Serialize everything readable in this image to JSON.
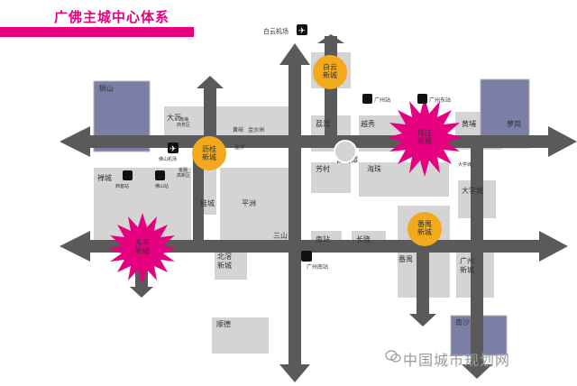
{
  "title": "广佛主城中心体系",
  "colors": {
    "accent": "#e6007e",
    "road": "#5a5a5a",
    "district": "#d4d4d4",
    "major_center": "#7b7fa8",
    "core_center": "#e4007f",
    "new_town": "#f2a91c"
  },
  "districts": {
    "shishan": "狮山",
    "dali": "大沥",
    "huangqi": "黄岐",
    "jinshazhou": "金沙洲",
    "yanbu": "盐步",
    "nanhai_station": "南海\n商务区",
    "jinan_dist": "金融\n高新区",
    "chancheng": "禅城",
    "guicheng": "桂城",
    "pingzhou": "平洲",
    "sanshan": "三山",
    "beijiao": "北滘\n新城",
    "lunjiao": "顺德",
    "liwan": "荔湾",
    "yuexiu": "越秀",
    "huangpu": "黄埔",
    "luogang": "萝岗",
    "fangcun": "芳村",
    "baiestan": "白鹅潭",
    "haizhu": "海珠",
    "daxuecheng": "大学城",
    "nanzhan_label": "南站",
    "changlong": "长隆",
    "panyu": "番禺",
    "guangzhou_new": "广州\n新城",
    "nansha": "南沙",
    "daxuecheng_small": "大学城"
  },
  "centers": {
    "baiyun_new": "白云\n新城",
    "lijiao_new": "沥桂\n新城",
    "zhujiang_new": "珠江\n新城",
    "panyu_new": "番禺\n新城",
    "dongping_new": "东平\n新城"
  },
  "stations": {
    "baiyun_airport": "白云机场",
    "guangzhou_station": "广州站",
    "guangzhou_east": "广州东站",
    "foshan_airport": "佛山机场",
    "foshan_west": "西客站",
    "foshan_station": "佛山站",
    "guangzhou_south": "广州南站"
  },
  "watermark": "中国城市规划网"
}
